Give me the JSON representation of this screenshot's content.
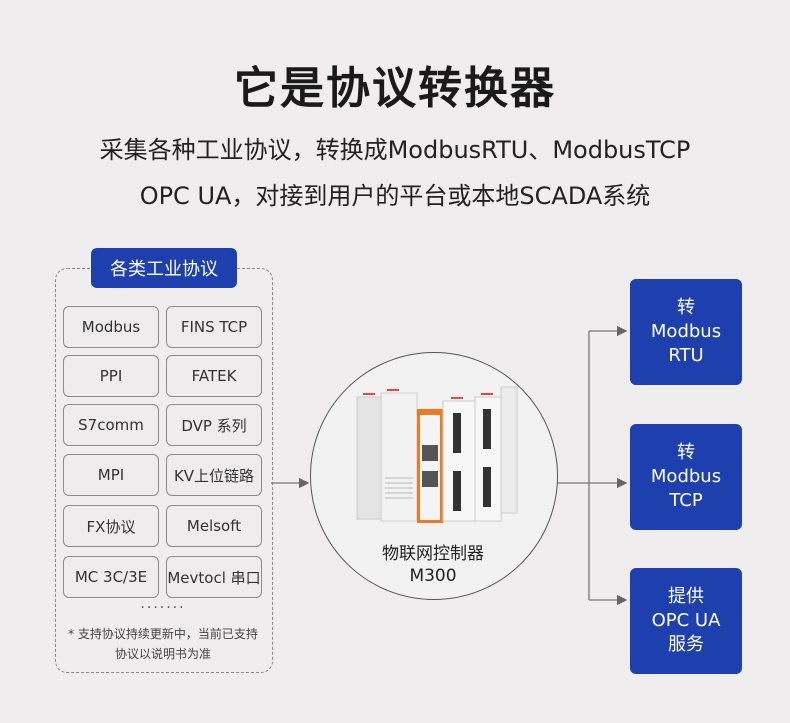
{
  "header": {
    "title": "它是协议转换器",
    "subtitle_line1": "采集各种工业协议，转换成ModbusRTU、ModbusTCP",
    "subtitle_line2": "OPC UA，对接到用户的平台或本地SCADA系统"
  },
  "protocols": {
    "title": "各类工业协议",
    "items": [
      "Modbus",
      "FINS TCP",
      "PPI",
      "FATEK",
      "S7comm",
      "DVP 系列",
      "MPI",
      "KV上位链路",
      "FX协议",
      "Melsoft",
      "MC 3C/3E",
      "Mevtocl 串口"
    ],
    "ellipsis": "·······",
    "note_line1": "* 支持协议持续更新中，当前已支持",
    "note_line2": "协议以说明书为准"
  },
  "device": {
    "name": "物联网控制器",
    "model": "M300"
  },
  "outputs": [
    {
      "line1": "转",
      "line2": "Modbus",
      "line3": "RTU"
    },
    {
      "line1": "转",
      "line2": "Modbus",
      "line3": "TCP"
    },
    {
      "line1": "提供",
      "line2": "OPC UA",
      "line3": "服务"
    }
  ],
  "colors": {
    "accent": "#1e3fae",
    "background": "#efeded",
    "device_orange": "#f07a1e"
  }
}
